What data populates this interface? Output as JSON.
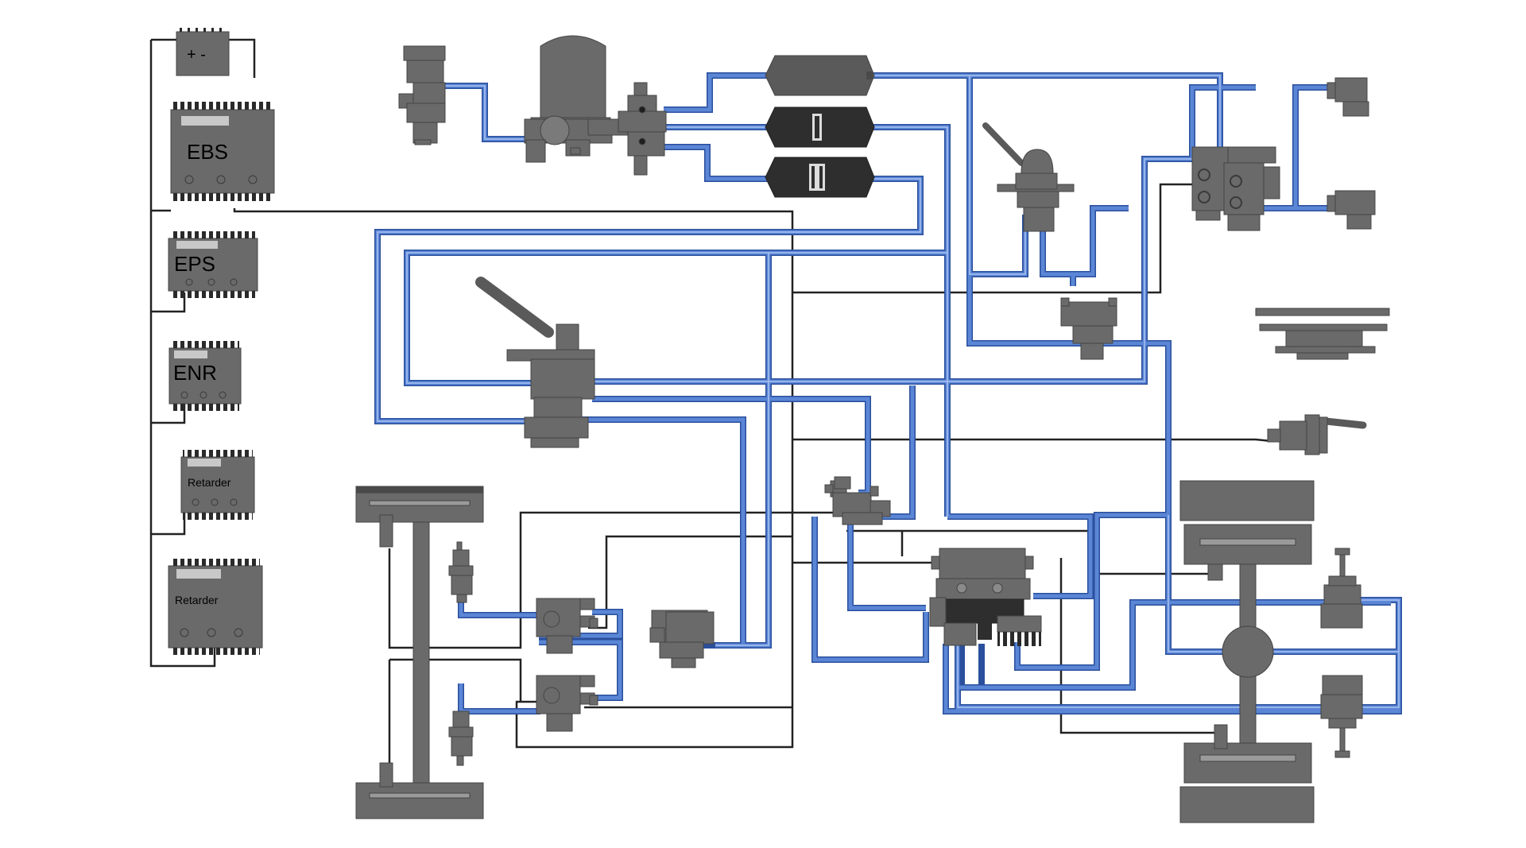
{
  "diagram": {
    "ecus": [
      {
        "id": "battery",
        "label": "+ -"
      },
      {
        "id": "ebs",
        "label": "EBS"
      },
      {
        "id": "eps",
        "label": "EPS"
      },
      {
        "id": "enr",
        "label": "ENR"
      },
      {
        "id": "retarder1",
        "label": "Retarder"
      },
      {
        "id": "retarder2",
        "label": "Retarder"
      }
    ],
    "colors": {
      "pipe": "#5b86d6",
      "pipe_dark": "#2a4f9c",
      "pipe_core": "#a9c4f2",
      "wire": "#222222",
      "component": "#6a6a6a",
      "component_dark": "#4a4a4a",
      "component_light": "#9a9a9a",
      "tank_dark": "#2e2e2e",
      "label_plate": "#c8c8c8"
    },
    "components": [
      "compressor-icon",
      "air-dryer-icon",
      "protection-valve-icon",
      "air-tank-icon",
      "hand-brake-valve-icon",
      "foot-brake-valve-icon",
      "relay-valve-icon",
      "trailer-control-module-icon",
      "axle-modulator-icon",
      "pressure-control-valve-icon",
      "brake-chamber-icon",
      "front-axle-icon",
      "rear-axle-icon",
      "trailer-coupling-icon",
      "fifth-wheel-icon",
      "level-sensor-icon"
    ]
  }
}
